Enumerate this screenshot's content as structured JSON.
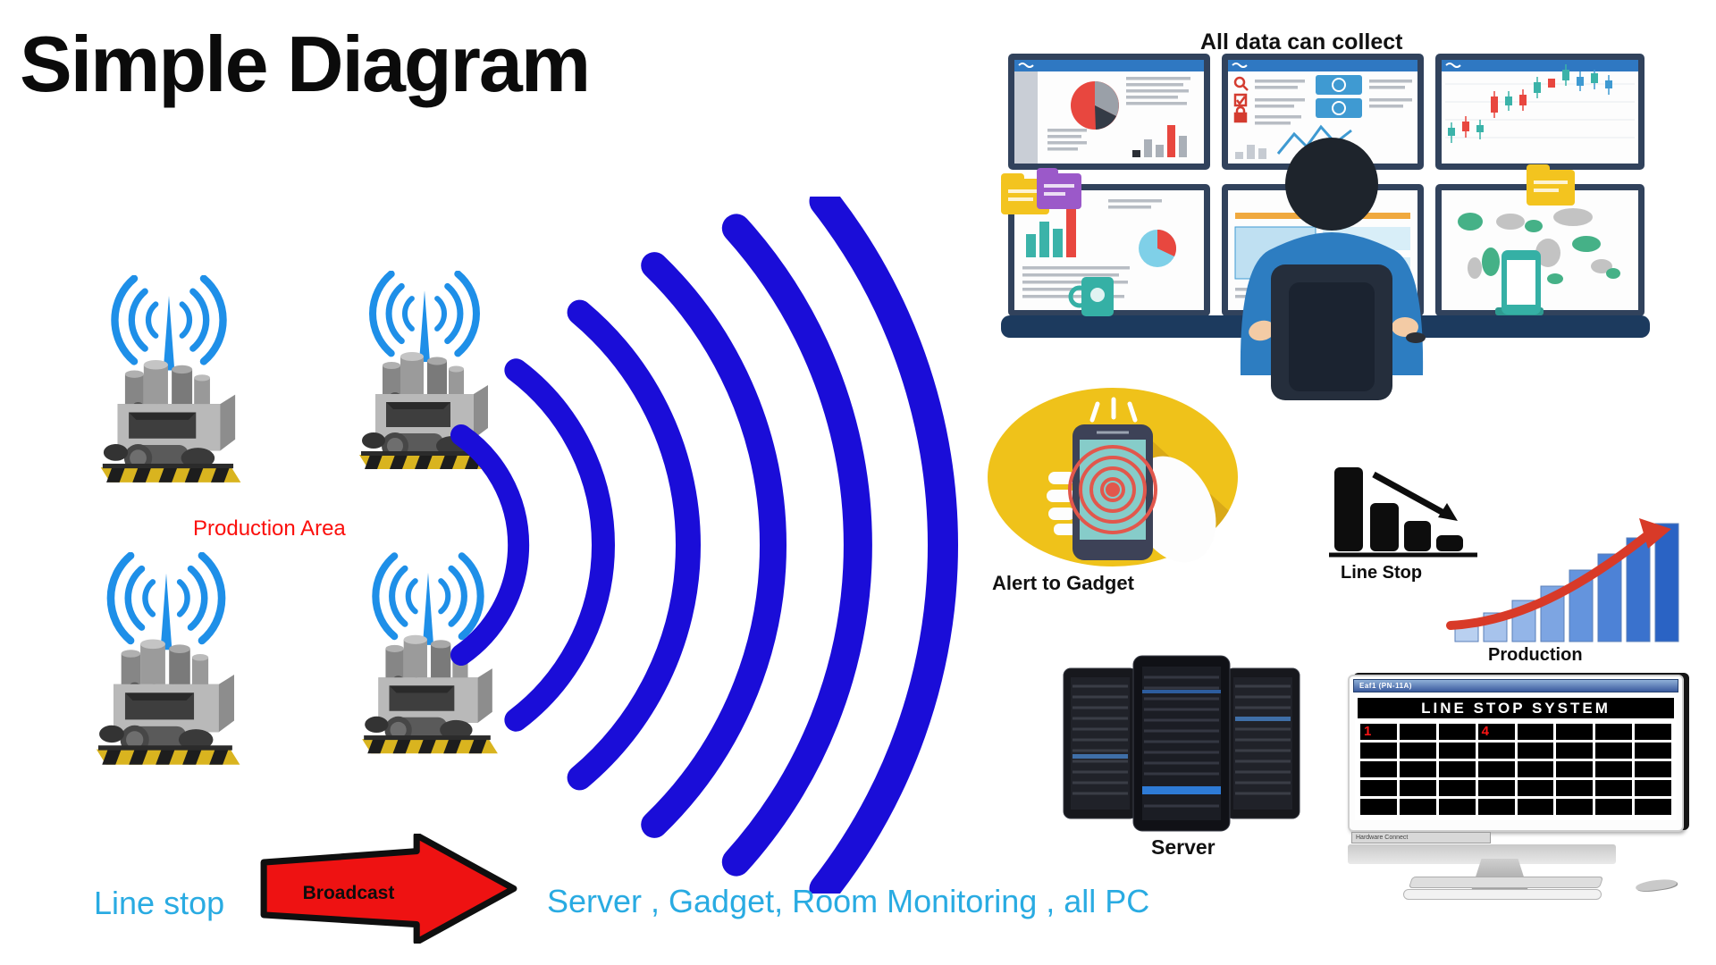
{
  "page": {
    "title": "Simple Diagram"
  },
  "production_area": {
    "label": "Production Area",
    "machine_count": 4
  },
  "collect": {
    "label": "All data can collect"
  },
  "alert": {
    "label": "Alert to Gadget"
  },
  "charts": {
    "line_stop_label": "Line Stop",
    "production_label": "Production"
  },
  "server": {
    "label": "Server"
  },
  "lss": {
    "window_title": "Eaf1 (PN-11A)",
    "board_title": "LINE STOP SYSTEM",
    "status_text": "Hardware Connect",
    "columns": 8,
    "rows": 5,
    "alerts": [
      {
        "row": 1,
        "col": 1,
        "value": "1"
      },
      {
        "row": 1,
        "col": 4,
        "value": "4"
      }
    ]
  },
  "flow": {
    "source_label": "Line stop",
    "arrow_label": "Broadcast",
    "targets_label": "Server , Gadget, Room Monitoring , all PC"
  },
  "colors": {
    "accent_blue_text": "#29ABE2",
    "wave_blue": "#1A0DD8",
    "wifi_blue": "#1E8FE8",
    "label_red": "#FB0F0C",
    "arrow_red": "#EE1212",
    "gadget_yellow": "#EFC21A",
    "alert_number_red": "#FF1515"
  }
}
